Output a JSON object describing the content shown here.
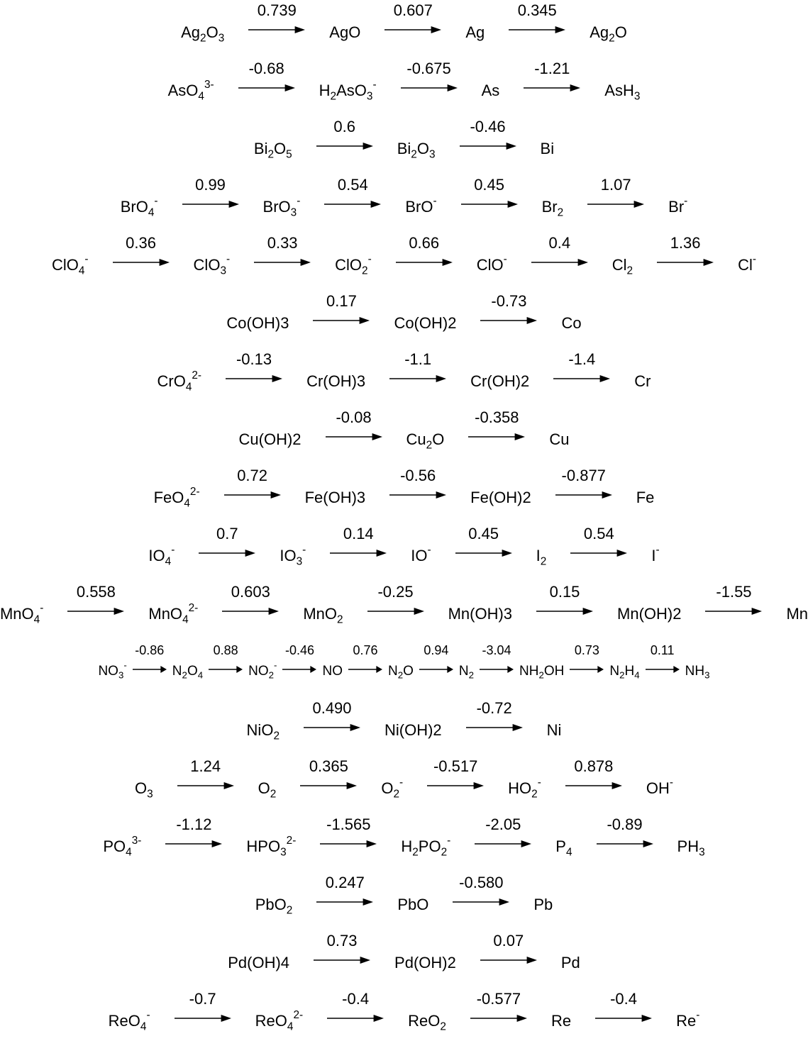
{
  "chains": [
    {
      "species": [
        "Ag₂O₃",
        "AgO",
        "Ag",
        "Ag₂O"
      ],
      "potentials": [
        "0.739",
        "0.607",
        "0.345"
      ]
    },
    {
      "species": [
        "AsO₄³⁻",
        "H₂AsO₃⁻",
        "As",
        "AsH₃"
      ],
      "potentials": [
        "-0.68",
        "-0.675",
        "-1.21"
      ]
    },
    {
      "species": [
        "Bi₂O₅",
        "Bi₂O₃",
        "Bi"
      ],
      "potentials": [
        "0.6",
        "-0.46"
      ]
    },
    {
      "species": [
        "BrO₄⁻",
        "BrO₃⁻",
        "BrO⁻",
        "Br₂",
        "Br⁻"
      ],
      "potentials": [
        "0.99",
        "0.54",
        "0.45",
        "1.07"
      ]
    },
    {
      "species": [
        "ClO₄⁻",
        "ClO₃⁻",
        "ClO₂⁻",
        "ClO⁻",
        "Cl₂",
        "Cl⁻"
      ],
      "potentials": [
        "0.36",
        "0.33",
        "0.66",
        "0.4",
        "1.36"
      ]
    },
    {
      "species": [
        "Co(OH)3",
        "Co(OH)2",
        "Co"
      ],
      "potentials": [
        "0.17",
        "-0.73"
      ]
    },
    {
      "species": [
        "CrO₄²⁻",
        "Cr(OH)3",
        "Cr(OH)2",
        "Cr"
      ],
      "potentials": [
        "-0.13",
        "-1.1",
        "-1.4"
      ]
    },
    {
      "species": [
        "Cu(OH)2",
        "Cu₂O",
        "Cu"
      ],
      "potentials": [
        "-0.08",
        "-0.358"
      ]
    },
    {
      "species": [
        "FeO₄²⁻",
        "Fe(OH)3",
        "Fe(OH)2",
        "Fe"
      ],
      "potentials": [
        "0.72",
        "-0.56",
        "-0.877"
      ]
    },
    {
      "species": [
        "IO₄⁻",
        "IO₃⁻",
        "IO⁻",
        "I₂",
        "I⁻"
      ],
      "potentials": [
        "0.7",
        "0.14",
        "0.45",
        "0.54"
      ]
    },
    {
      "species": [
        "MnO₄⁻",
        "MnO₄²⁻",
        "MnO₂",
        "Mn(OH)3",
        "Mn(OH)2",
        "Mn"
      ],
      "potentials": [
        "0.558",
        "0.603",
        "-0.25",
        "0.15",
        "-1.55"
      ]
    },
    {
      "species": [
        "NO₃⁻",
        "N₂O₄",
        "NO₂⁻",
        "NO",
        "N₂O",
        "N₂",
        "NH₂OH",
        "N₂H₄",
        "NH₃"
      ],
      "potentials": [
        "-0.86",
        "0.88",
        "-0.46",
        "0.76",
        "0.94",
        "-3.04",
        "0.73",
        "0.11"
      ]
    },
    {
      "species": [
        "NiO₂",
        "Ni(OH)2",
        "Ni"
      ],
      "potentials": [
        "0.490",
        "-0.72"
      ]
    },
    {
      "species": [
        "O₃",
        "O₂",
        "O₂⁻",
        "HO₂⁻",
        "OH⁻"
      ],
      "potentials": [
        "1.24",
        "0.365",
        "-0.517",
        "0.878"
      ]
    },
    {
      "species": [
        "PO₄³⁻",
        "HPO₃²⁻",
        "H₂PO₂⁻",
        "P₄",
        "PH₃"
      ],
      "potentials": [
        "-1.12",
        "-1.565",
        "-2.05",
        "-0.89"
      ]
    },
    {
      "species": [
        "PbO₂",
        "PbO",
        "Pb"
      ],
      "potentials": [
        "0.247",
        "-0.580"
      ]
    },
    {
      "species": [
        "Pd(OH)4",
        "Pd(OH)2",
        "Pd"
      ],
      "potentials": [
        "0.73",
        "0.07"
      ]
    },
    {
      "species": [
        "ReO₄⁻",
        "ReO₄²⁻",
        "ReO₂",
        "Re",
        "Re⁻"
      ],
      "potentials": [
        "-0.7",
        "-0.4",
        "-0.577",
        "-0.4"
      ]
    }
  ]
}
